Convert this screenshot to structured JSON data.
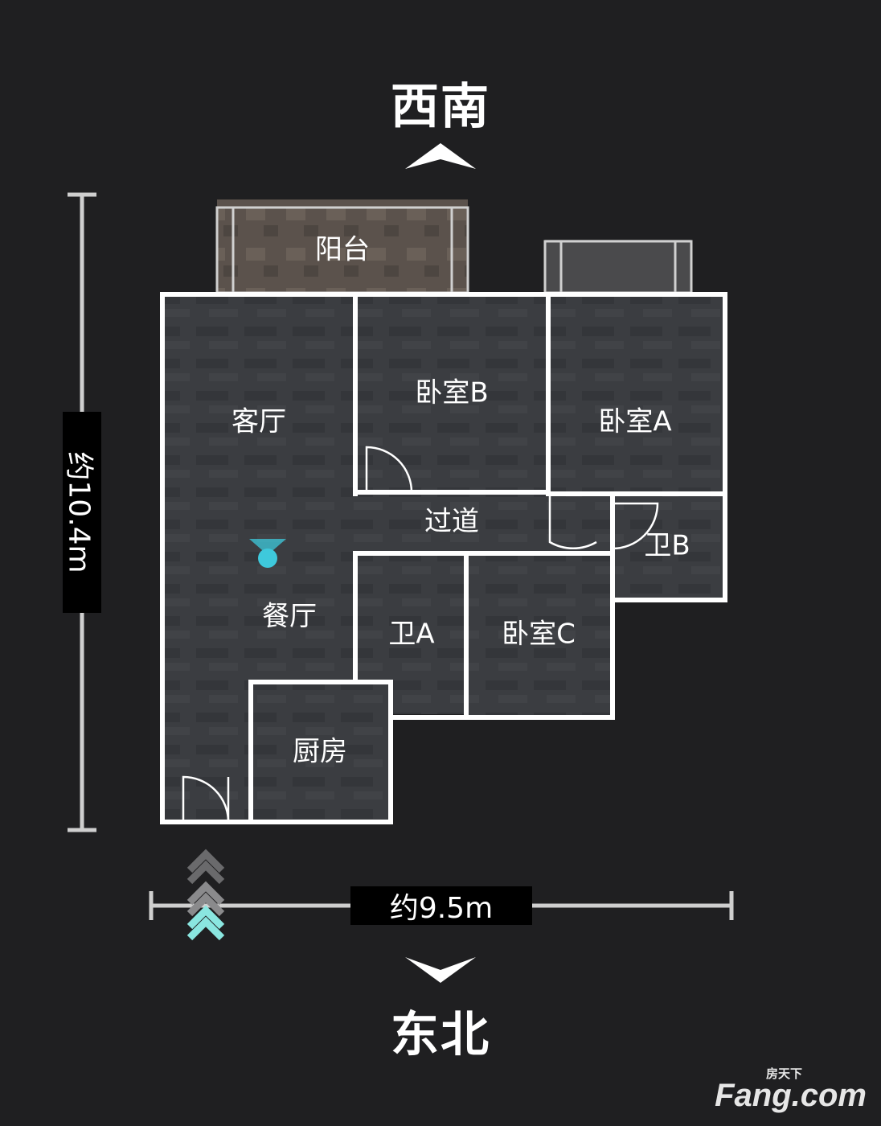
{
  "compass": {
    "top": "西南",
    "bottom": "东北"
  },
  "rooms": {
    "balcony": "阳台",
    "living_room": "客厅",
    "bedroom_b": "卧室B",
    "bedroom_a": "卧室A",
    "hallway": "过道",
    "bath_b": "卫B",
    "dining_room": "餐厅",
    "bath_a": "卫A",
    "bedroom_c": "卧室C",
    "kitchen": "厨房"
  },
  "dimensions": {
    "width": "约9.5m",
    "height": "约10.4m"
  },
  "watermark": {
    "main": "Fang.com",
    "small": "房天下"
  },
  "colors": {
    "background": "#1f1f21",
    "wall": "#ffffff",
    "floor": "#3a3c40",
    "accent": "#3ec9dc",
    "dimension_line": "#cfcfcf"
  }
}
